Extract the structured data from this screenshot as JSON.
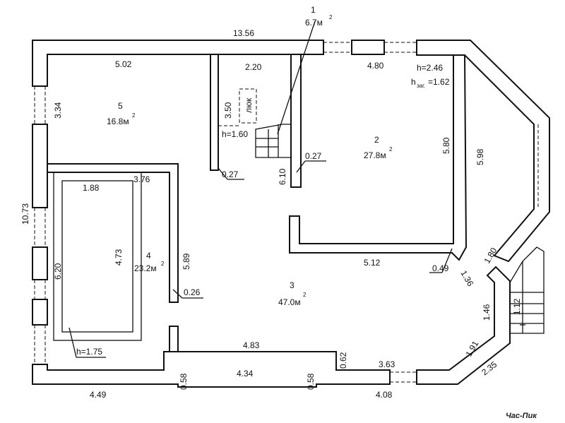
{
  "rooms": [
    {
      "number": "1",
      "area": "6.7м",
      "sup": "2"
    },
    {
      "number": "2",
      "area": "27.8м",
      "sup": "2"
    },
    {
      "number": "3",
      "area": "47.0м",
      "sup": "2"
    },
    {
      "number": "4",
      "area": "23.2м",
      "sup": "2"
    },
    {
      "number": "5",
      "area": "16.8м",
      "sup": "2"
    }
  ],
  "dimensions": {
    "top_length": "13.56",
    "r5_width": "5.02",
    "r5_depth": "3.34",
    "corridor_width": "2.20",
    "corridor_depth": "3.50",
    "r2_width": "4.80",
    "r2_height": "h=2.46",
    "r2_h_label": "h",
    "r2_h_sub": "заг.",
    "r2_h_value": "=1.62",
    "r2_depth_inner": "5.80",
    "r2_depth_outer": "5.98",
    "wall_027_a": "0.27",
    "wall_027_b": "0.27",
    "wall_610": "6.10",
    "h_160": "h=1.60",
    "left_total": "10.73",
    "r4_width": "3.76",
    "pool_width": "1.88",
    "pool_length": "4.73",
    "r4_depth": "6.20",
    "r4_inner": "5.89",
    "wall_026": "0.26",
    "pool_h": "h=1.75",
    "r3_bottom": "4.83",
    "r2_bottom": "5.12",
    "d049": "0.49",
    "d136": "1.36",
    "d180": "1.80",
    "d146": "1.46",
    "d112": "1.12",
    "d191": "1.91",
    "d235": "2.35",
    "d062": "0.62",
    "d363": "3.63",
    "d408": "4.08",
    "d434": "4.34",
    "d058a": "0.58",
    "d058b": "0.58",
    "d449": "4.49"
  },
  "hatch_label": "люк",
  "watermark": "Час-Пик"
}
